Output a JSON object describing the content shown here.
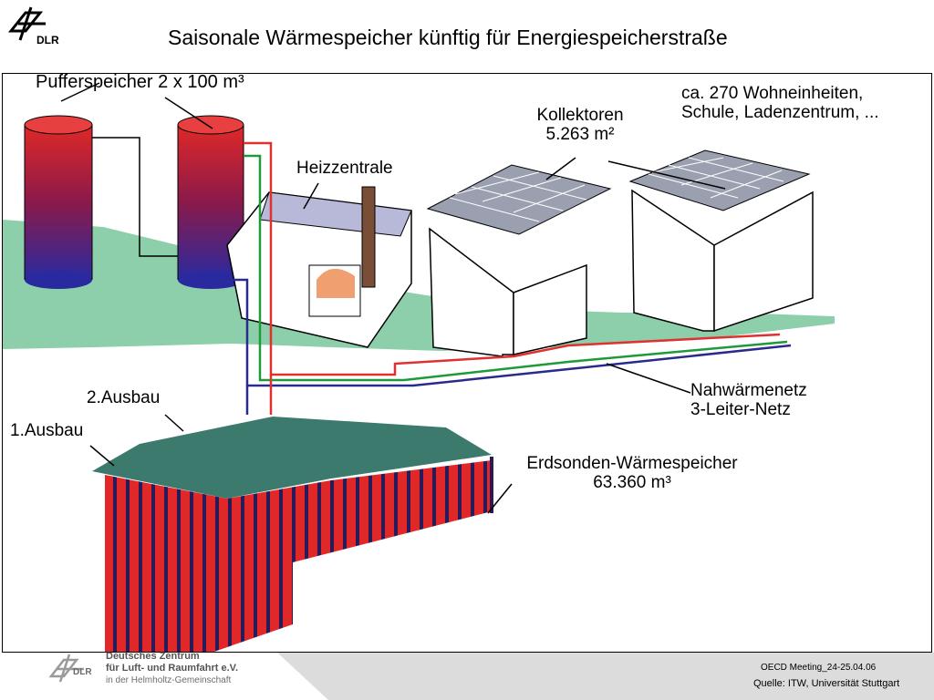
{
  "header": {
    "logo_text": "DLR",
    "title": "Saisonale Wärmespeicher künftig für Energiespeicherstraße"
  },
  "diagram": {
    "buffer_label": "Pufferspeicher 2 x 100 m³",
    "central_label": "Heizzentrale",
    "collectors_label": [
      "Kollektoren",
      "5.263 m²"
    ],
    "buildings_label": [
      "ca. 270 Wohneinheiten,",
      "Schule, Ladenzentrum, ..."
    ],
    "network_label": [
      "Nahwärmenetz",
      "3-Leiter-Netz"
    ],
    "stage2_label": "2.Ausbau",
    "stage1_label": "1.Ausbau",
    "storage_label": [
      "Erdsonden-Wärmespeicher",
      "63.360 m³"
    ]
  },
  "footer": {
    "org": [
      "Deutsches Zentrum",
      "für Luft- und Raumfahrt e.V.",
      "in der Helmholtz-Gemeinschaft"
    ],
    "logo_text": "DLR",
    "meeting": "OECD Meeting_24-25.04.06",
    "source": "Quelle: ITW, Universität Stuttgart"
  },
  "colors": {
    "supply": "#e03030",
    "return": "#2a2a8c",
    "green_pipe": "#1f9a3a",
    "ground": "#8ccfaa",
    "storage_top": "#3d7a6e",
    "storage_side": "#e03030"
  }
}
